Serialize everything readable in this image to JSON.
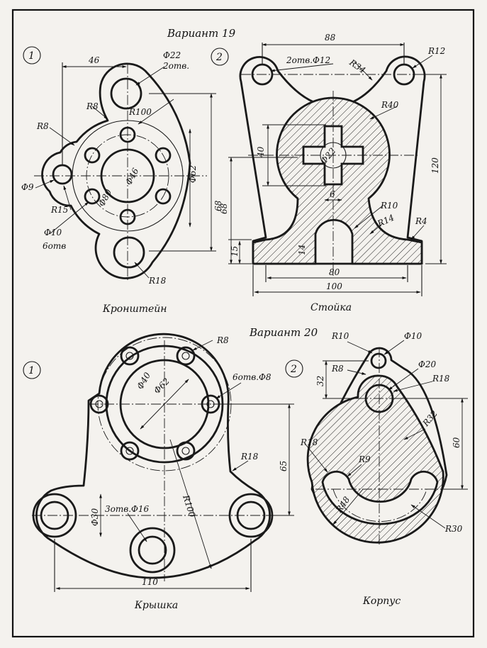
{
  "variants": [
    {
      "title": "Вариант 19",
      "parts": [
        {
          "number": "1",
          "caption": "Кронштейн",
          "dims": {
            "d46": "46",
            "d22": "Φ22",
            "d2otv": "2отв.",
            "r8a": "R8",
            "r100": "R100",
            "r8b": "R8",
            "phi9": "Φ9",
            "r15": "R15",
            "phi10": "Φ10",
            "otv6": "6отв",
            "phi46": "Φ46",
            "phi80": "Φ80",
            "phi62": "Φ62",
            "d68": "68",
            "r18": "R18"
          }
        },
        {
          "number": "2",
          "caption": "Стойка",
          "dims": {
            "d88": "88",
            "otv12": "2отв.Φ12",
            "r34": "R34",
            "r12": "R12",
            "r40": "R40",
            "d40": "40",
            "phi22": "Φ22",
            "d6": "6",
            "d120": "120",
            "d68": "68",
            "r10": "R10",
            "r14": "R14",
            "r4": "R4",
            "d15": "15",
            "d14": "14",
            "d80": "80",
            "d100": "100"
          }
        }
      ]
    },
    {
      "title": "Вариант 20",
      "parts": [
        {
          "number": "1",
          "caption": "Крышка",
          "dims": {
            "r8": "R8",
            "phi40": "Φ40",
            "phi62": "Φ62",
            "otv8": "6отв.Φ8",
            "r18": "R18",
            "d65": "65",
            "phi30": "Φ30",
            "otv16": "3отв.Φ16",
            "r100": "R100",
            "d110": "110"
          }
        },
        {
          "number": "2",
          "caption": "Корпус",
          "dims": {
            "r10": "R10",
            "phi10": "Φ10",
            "r8": "R8",
            "phi20": "Φ20",
            "d32": "32",
            "r18a": "R18",
            "r32": "R32",
            "d60": "60",
            "r18b": "R18",
            "r9": "R9",
            "r48": "R48",
            "r30": "R30"
          }
        }
      ]
    }
  ]
}
